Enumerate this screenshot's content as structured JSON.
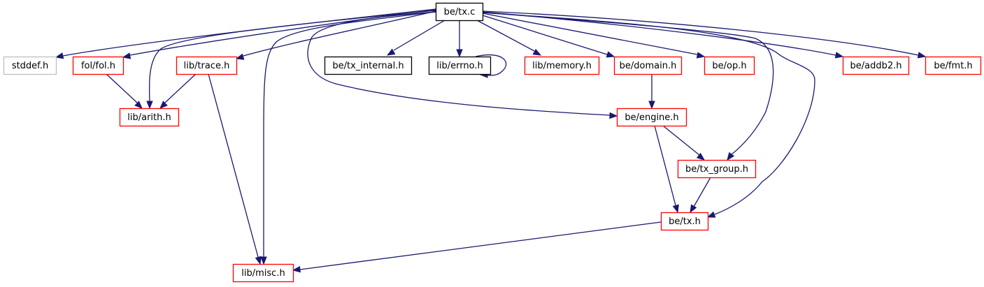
{
  "graph": {
    "type": "include-dependency-graph",
    "root": "be/tx.c",
    "colors": {
      "root_fill": "#bfbfbf",
      "root_border": "#000000",
      "documented_border": "#000000",
      "undocumented_border": "#ff0000",
      "external_border": "#bfbfbf",
      "edge": "#191970"
    },
    "nodes": [
      {
        "id": "tx_c",
        "label": "be/tx.c",
        "kind": "root"
      },
      {
        "id": "stddef",
        "label": "stddef.h",
        "kind": "external"
      },
      {
        "id": "fol",
        "label": "fol/fol.h",
        "kind": "undocumented"
      },
      {
        "id": "trace",
        "label": "lib/trace.h",
        "kind": "undocumented"
      },
      {
        "id": "tx_internal",
        "label": "be/tx_internal.h",
        "kind": "documented"
      },
      {
        "id": "errno",
        "label": "lib/errno.h",
        "kind": "documented"
      },
      {
        "id": "memory",
        "label": "lib/memory.h",
        "kind": "undocumented"
      },
      {
        "id": "domain",
        "label": "be/domain.h",
        "kind": "undocumented"
      },
      {
        "id": "op",
        "label": "be/op.h",
        "kind": "undocumented"
      },
      {
        "id": "addb2",
        "label": "be/addb2.h",
        "kind": "undocumented"
      },
      {
        "id": "fmt",
        "label": "be/fmt.h",
        "kind": "undocumented"
      },
      {
        "id": "arith",
        "label": "lib/arith.h",
        "kind": "undocumented"
      },
      {
        "id": "engine",
        "label": "be/engine.h",
        "kind": "undocumented"
      },
      {
        "id": "tx_group",
        "label": "be/tx_group.h",
        "kind": "undocumented"
      },
      {
        "id": "tx_h",
        "label": "be/tx.h",
        "kind": "undocumented"
      },
      {
        "id": "misc",
        "label": "lib/misc.h",
        "kind": "undocumented"
      }
    ],
    "edges": [
      {
        "from": "tx_c",
        "to": "stddef"
      },
      {
        "from": "tx_c",
        "to": "fol"
      },
      {
        "from": "tx_c",
        "to": "arith"
      },
      {
        "from": "tx_c",
        "to": "trace"
      },
      {
        "from": "tx_c",
        "to": "misc"
      },
      {
        "from": "tx_c",
        "to": "engine"
      },
      {
        "from": "tx_c",
        "to": "tx_internal"
      },
      {
        "from": "tx_c",
        "to": "errno"
      },
      {
        "from": "tx_c",
        "to": "memory"
      },
      {
        "from": "tx_c",
        "to": "domain"
      },
      {
        "from": "tx_c",
        "to": "op"
      },
      {
        "from": "tx_c",
        "to": "tx_group"
      },
      {
        "from": "tx_c",
        "to": "tx_h"
      },
      {
        "from": "tx_c",
        "to": "addb2"
      },
      {
        "from": "tx_c",
        "to": "fmt"
      },
      {
        "from": "fol",
        "to": "arith"
      },
      {
        "from": "trace",
        "to": "arith"
      },
      {
        "from": "trace",
        "to": "misc"
      },
      {
        "from": "errno",
        "to": "errno"
      },
      {
        "from": "domain",
        "to": "engine"
      },
      {
        "from": "engine",
        "to": "tx_group"
      },
      {
        "from": "engine",
        "to": "tx_h"
      },
      {
        "from": "tx_group",
        "to": "tx_h"
      },
      {
        "from": "tx_h",
        "to": "misc"
      }
    ]
  }
}
